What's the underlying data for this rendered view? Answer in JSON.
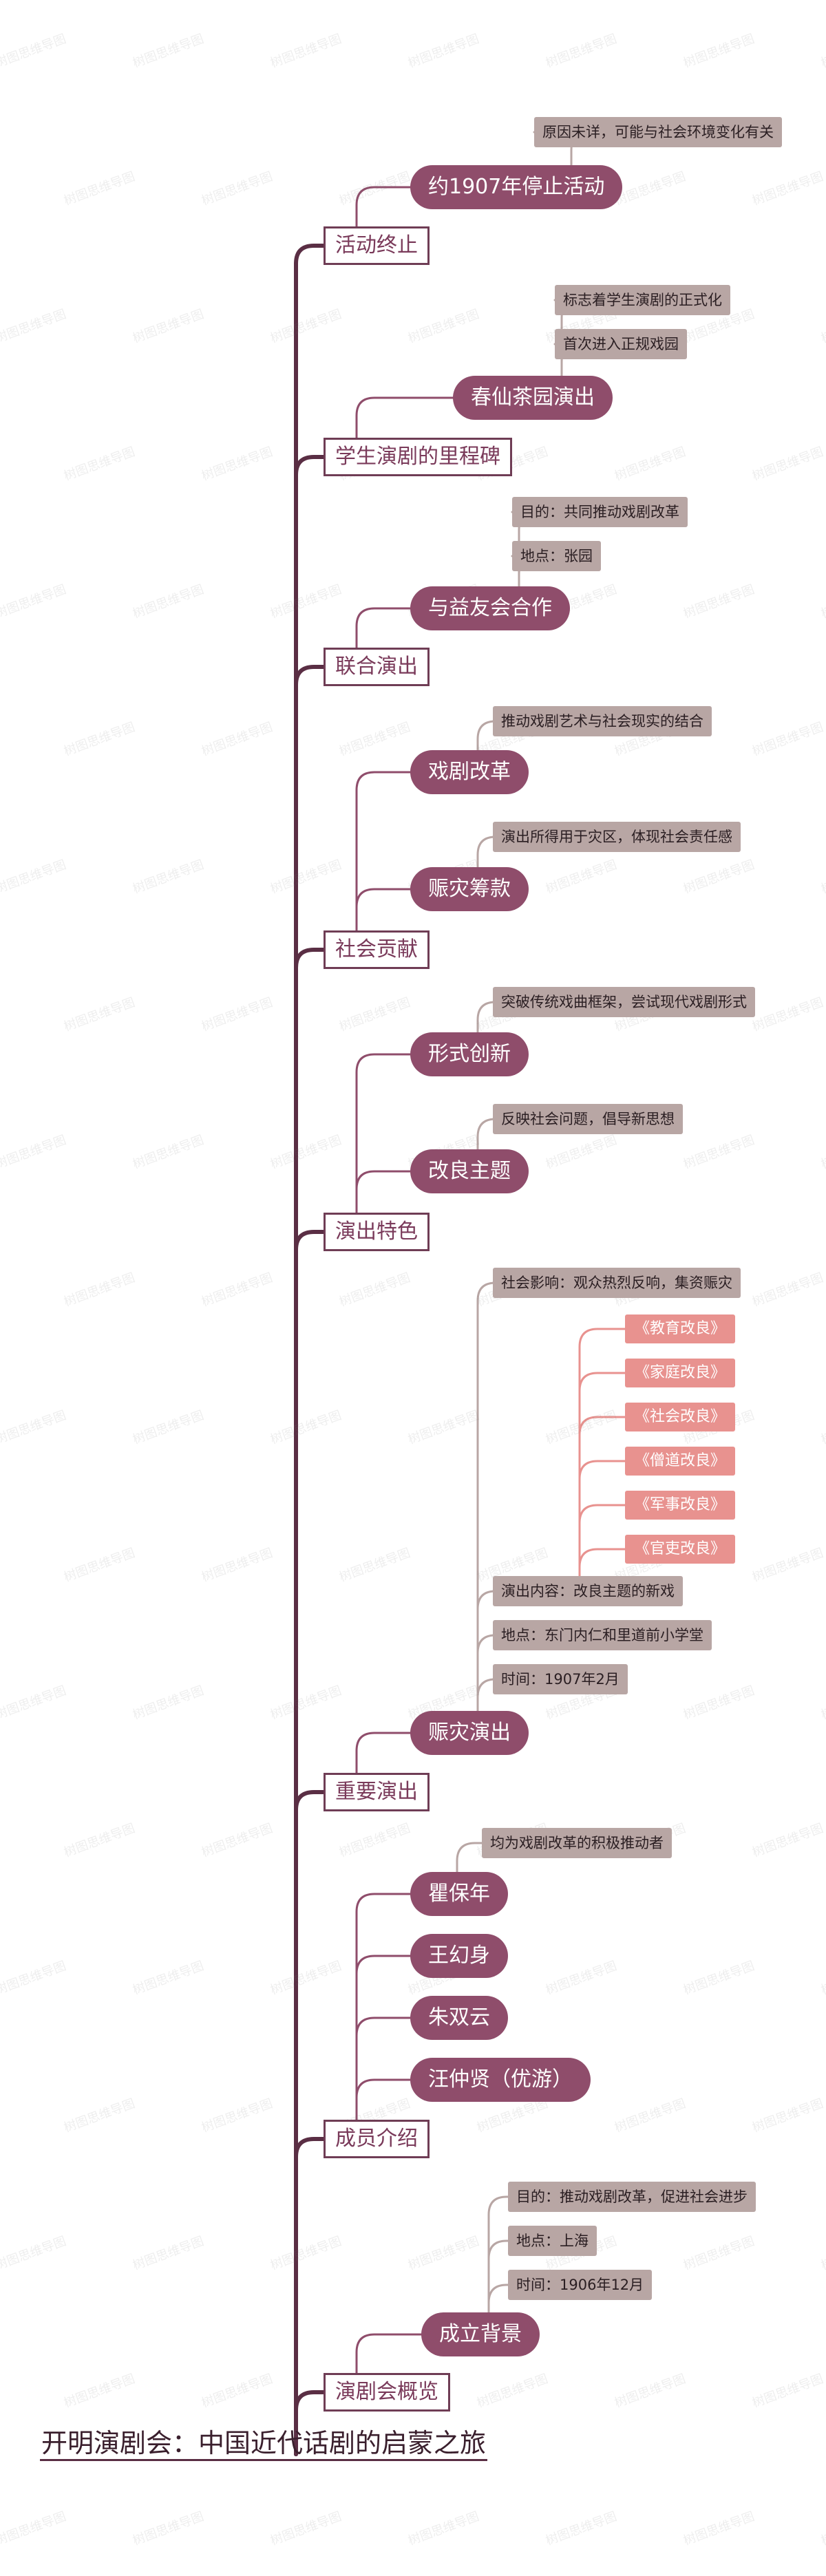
{
  "title": "开明演剧会：中国近代话剧的启蒙之旅",
  "watermark": "树图思维导图",
  "colors": {
    "trunk": "#5a2e44",
    "branch": "#8f4d6b",
    "detail_link": "#b8a6a4",
    "play_link": "#e8928f"
  },
  "branches": [
    {
      "label": "活动终止",
      "children": [
        {
          "label": "约1907年停止活动",
          "children": [
            {
              "label": "原因未详，可能与社会环境变化有关"
            }
          ]
        }
      ]
    },
    {
      "label": "学生演剧的里程碑",
      "children": [
        {
          "label": "春仙茶园演出",
          "children": [
            {
              "label": "标志着学生演剧的正式化"
            },
            {
              "label": "首次进入正规戏园"
            }
          ]
        }
      ]
    },
    {
      "label": "联合演出",
      "children": [
        {
          "label": "与益友会合作",
          "children": [
            {
              "label": "目的：共同推动戏剧改革"
            },
            {
              "label": "地点：张园"
            }
          ]
        }
      ]
    },
    {
      "label": "社会贡献",
      "children": [
        {
          "label": "戏剧改革",
          "children": [
            {
              "label": "推动戏剧艺术与社会现实的结合"
            }
          ]
        },
        {
          "label": "赈灾筹款",
          "children": [
            {
              "label": "演出所得用于灾区，体现社会责任感"
            }
          ]
        }
      ]
    },
    {
      "label": "演出特色",
      "children": [
        {
          "label": "形式创新",
          "children": [
            {
              "label": "突破传统戏曲框架，尝试现代戏剧形式"
            }
          ]
        },
        {
          "label": "改良主题",
          "children": [
            {
              "label": "反映社会问题，倡导新思想"
            }
          ]
        }
      ]
    },
    {
      "label": "重要演出",
      "children": [
        {
          "label": "赈灾演出",
          "children": [
            {
              "label": "社会影响：观众热烈反响，集资赈灾"
            },
            {
              "label": "演出内容：改良主题的新戏",
              "children": [
                {
                  "label": "《教育改良》"
                },
                {
                  "label": "《家庭改良》"
                },
                {
                  "label": "《社会改良》"
                },
                {
                  "label": "《僧道改良》"
                },
                {
                  "label": "《军事改良》"
                },
                {
                  "label": "《官吏改良》"
                }
              ]
            },
            {
              "label": "地点：东门内仁和里道前小学堂"
            },
            {
              "label": "时间：1907年2月"
            }
          ]
        }
      ]
    },
    {
      "label": "成员介绍",
      "children": [
        {
          "label": "瞿保年",
          "children": [
            {
              "label": "均为戏剧改革的积极推动者"
            }
          ]
        },
        {
          "label": "王幻身"
        },
        {
          "label": "朱双云"
        },
        {
          "label": "汪仲贤（优游）"
        }
      ]
    },
    {
      "label": "演剧会概览",
      "children": [
        {
          "label": "成立背景",
          "children": [
            {
              "label": "目的：推动戏剧改革，促进社会进步"
            },
            {
              "label": "地点：上海"
            },
            {
              "label": "时间：1906年12月"
            }
          ]
        }
      ]
    }
  ]
}
